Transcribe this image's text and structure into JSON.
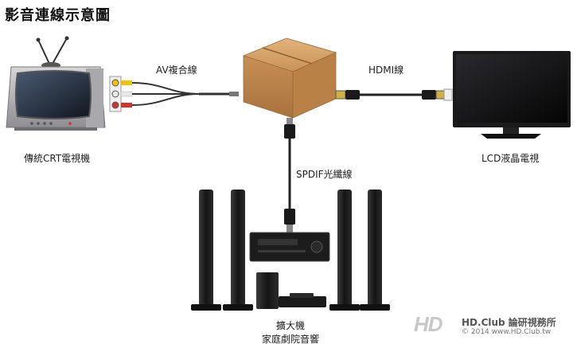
{
  "title": "影音連線示意圖",
  "labels": {
    "av": "AV複合線",
    "hdmi": "HDMI線",
    "spdif": "SPDIF光纖線",
    "crt": "傳統CRT電視機",
    "lcd": "LCD液晶電視",
    "amp_line1": "擴大機",
    "amp_line2": "家庭劇院音響"
  },
  "watermark": {
    "name": "HD.Club 論研視務所",
    "copyright": "© 2014  www.HD.Club.tw"
  },
  "colors": {
    "box": "#c9935a",
    "screen": "#111111",
    "speaker": "#1a1a1a",
    "cable": "#333333",
    "av_yellow": "#f2c300",
    "av_white": "#e8e8e8",
    "av_red": "#d0342c"
  }
}
